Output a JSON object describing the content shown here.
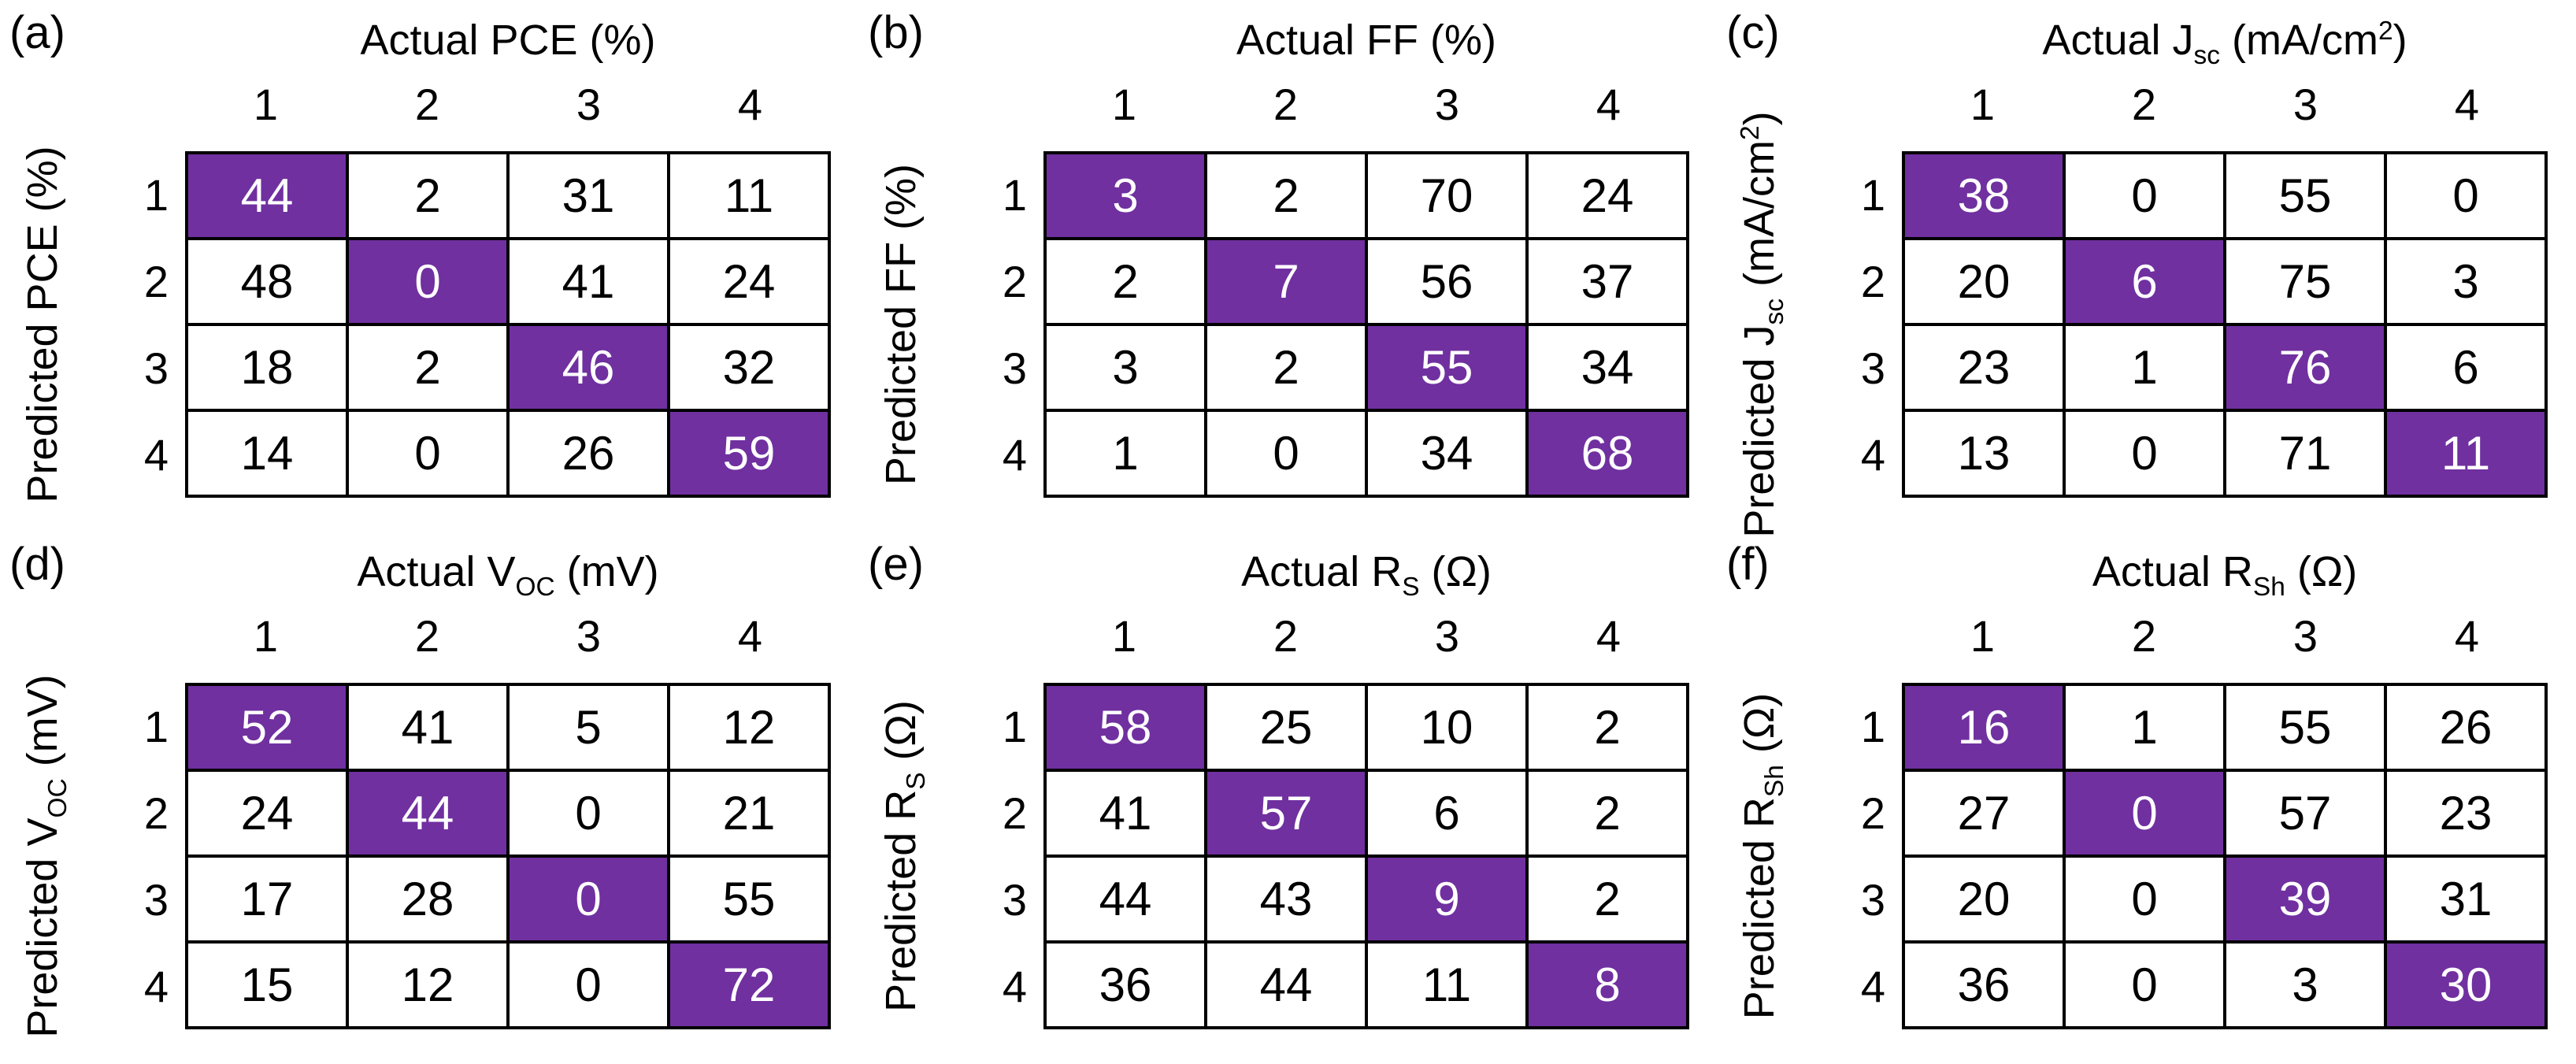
{
  "figure": {
    "accent_color": "#7030A0",
    "grid_color": "#000000",
    "panels": [
      {
        "label": "(a)",
        "col_title": [
          [
            "t",
            "Actual PCE (%)"
          ]
        ],
        "row_title": [
          [
            "t",
            "Predicted PCE (%)"
          ]
        ]
      },
      {
        "label": "(b)",
        "col_title": [
          [
            "t",
            "Actual FF (%)"
          ]
        ],
        "row_title": [
          [
            "t",
            "Predicted FF (%)"
          ]
        ]
      },
      {
        "label": "(c)",
        "col_title": [
          [
            "t",
            "Actual J"
          ],
          [
            "sub",
            "sc"
          ],
          [
            "t",
            " (mA/cm"
          ],
          [
            "sup",
            "2"
          ],
          [
            "t",
            ")"
          ]
        ],
        "row_title": [
          [
            "t",
            "Predicted J"
          ],
          [
            "sub",
            "sc"
          ],
          [
            "t",
            " (mA/cm"
          ],
          [
            "sup",
            "2"
          ],
          [
            "t",
            ")"
          ]
        ]
      },
      {
        "label": "(d)",
        "col_title": [
          [
            "t",
            "Actual V"
          ],
          [
            "sub",
            "OC"
          ],
          [
            "t",
            " (mV)"
          ]
        ],
        "row_title": [
          [
            "t",
            "Predicted V"
          ],
          [
            "sub",
            "OC"
          ],
          [
            "t",
            " (mV)"
          ]
        ]
      },
      {
        "label": "(e)",
        "col_title": [
          [
            "t",
            "Actual R"
          ],
          [
            "sub",
            "S"
          ],
          [
            "t",
            " (Ω)"
          ]
        ],
        "row_title": [
          [
            "t",
            "Predicted R"
          ],
          [
            "sub",
            "S"
          ],
          [
            "t",
            " (Ω)"
          ]
        ]
      },
      {
        "label": "(f)",
        "col_title": [
          [
            "t",
            "Actual R"
          ],
          [
            "sub",
            "Sh"
          ],
          [
            "t",
            " (Ω)"
          ]
        ],
        "row_title": [
          [
            "t",
            "Predicted R"
          ],
          [
            "sub",
            "Sh"
          ],
          [
            "t",
            " (Ω)"
          ]
        ]
      }
    ]
  },
  "chart_data": [
    {
      "type": "heatmap",
      "panel": "(a)",
      "xlabel": "Actual PCE (%)",
      "ylabel": "Predicted PCE (%)",
      "x_categories": [
        "1",
        "2",
        "3",
        "4"
      ],
      "y_categories": [
        "1",
        "2",
        "3",
        "4"
      ],
      "values": [
        [
          44,
          2,
          31,
          11
        ],
        [
          48,
          0,
          41,
          24
        ],
        [
          18,
          2,
          46,
          32
        ],
        [
          14,
          0,
          26,
          59
        ]
      ],
      "highlighted_cells": "diagonal",
      "highlight_color": "#7030A0"
    },
    {
      "type": "heatmap",
      "panel": "(b)",
      "xlabel": "Actual FF (%)",
      "ylabel": "Predicted FF (%)",
      "x_categories": [
        "1",
        "2",
        "3",
        "4"
      ],
      "y_categories": [
        "1",
        "2",
        "3",
        "4"
      ],
      "values": [
        [
          3,
          2,
          70,
          24
        ],
        [
          2,
          7,
          56,
          37
        ],
        [
          3,
          2,
          55,
          34
        ],
        [
          1,
          0,
          34,
          68
        ]
      ],
      "highlighted_cells": "diagonal",
      "highlight_color": "#7030A0"
    },
    {
      "type": "heatmap",
      "panel": "(c)",
      "xlabel": "Actual J_sc (mA/cm²)",
      "ylabel": "Predicted J_sc (mA/cm²)",
      "x_categories": [
        "1",
        "2",
        "3",
        "4"
      ],
      "y_categories": [
        "1",
        "2",
        "3",
        "4"
      ],
      "values": [
        [
          38,
          0,
          55,
          0
        ],
        [
          20,
          6,
          75,
          3
        ],
        [
          23,
          1,
          76,
          6
        ],
        [
          13,
          0,
          71,
          11
        ]
      ],
      "highlighted_cells": "diagonal",
      "highlight_color": "#7030A0"
    },
    {
      "type": "heatmap",
      "panel": "(d)",
      "xlabel": "Actual V_OC (mV)",
      "ylabel": "Predicted V_OC (mV)",
      "x_categories": [
        "1",
        "2",
        "3",
        "4"
      ],
      "y_categories": [
        "1",
        "2",
        "3",
        "4"
      ],
      "values": [
        [
          52,
          41,
          5,
          12
        ],
        [
          24,
          44,
          0,
          21
        ],
        [
          17,
          28,
          0,
          55
        ],
        [
          15,
          12,
          0,
          72
        ]
      ],
      "highlighted_cells": "diagonal",
      "highlight_color": "#7030A0"
    },
    {
      "type": "heatmap",
      "panel": "(e)",
      "xlabel": "Actual R_S (Ω)",
      "ylabel": "Predicted R_S (Ω)",
      "x_categories": [
        "1",
        "2",
        "3",
        "4"
      ],
      "y_categories": [
        "1",
        "2",
        "3",
        "4"
      ],
      "values": [
        [
          58,
          25,
          10,
          2
        ],
        [
          41,
          57,
          6,
          2
        ],
        [
          44,
          43,
          9,
          2
        ],
        [
          36,
          44,
          11,
          8
        ]
      ],
      "highlighted_cells": "diagonal",
      "highlight_color": "#7030A0"
    },
    {
      "type": "heatmap",
      "panel": "(f)",
      "xlabel": "Actual R_Sh (Ω)",
      "ylabel": "Predicted R_Sh (Ω)",
      "x_categories": [
        "1",
        "2",
        "3",
        "4"
      ],
      "y_categories": [
        "1",
        "2",
        "3",
        "4"
      ],
      "values": [
        [
          16,
          1,
          55,
          26
        ],
        [
          27,
          0,
          57,
          23
        ],
        [
          20,
          0,
          39,
          31
        ],
        [
          36,
          0,
          3,
          30
        ]
      ],
      "highlighted_cells": "diagonal",
      "highlight_color": "#7030A0"
    }
  ]
}
